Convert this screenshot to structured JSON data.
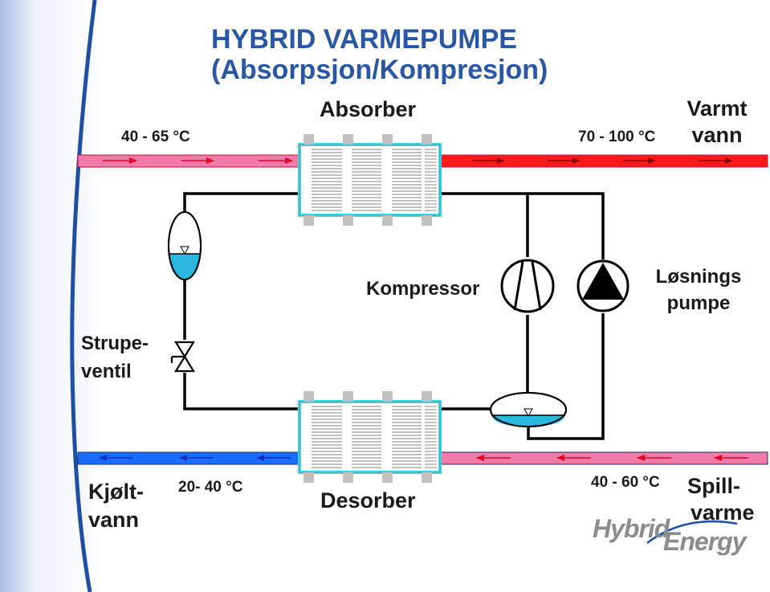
{
  "title": {
    "line1": "HYBRID VARMEPUMPE",
    "line2": "(Absorpsjon/Kompresjon)"
  },
  "labels": {
    "absorber": "Absorber",
    "desorber": "Desorber",
    "kompressor": "Kompressor",
    "losnings_pumpe_1": "Løsnings",
    "losnings_pumpe_2": "pumpe",
    "strupeventil_1": "Strupe-",
    "strupeventil_2": "ventil",
    "varmt_vann_1": "Varmt",
    "varmt_vann_2": "vann",
    "kjoltvann_1": "Kjølt-",
    "kjoltvann_2": "vann",
    "spillvarme_1": "Spill-",
    "spillvarme_2": "varme"
  },
  "temperatures": {
    "absorber_in": "40 - 65 °C",
    "absorber_out": "70 - 100 °C",
    "desorber_out": "20- 40 °C",
    "desorber_in": "40 - 60 °C"
  },
  "logo": {
    "part1": "Hybrid",
    "part2": "Energy"
  },
  "colors": {
    "title": "#2a56a6",
    "hot_pipe": "#ff1a1a",
    "warm_pipe": "#f07aa8",
    "cold_pipe": "#1a6cff",
    "liquid": "#2ab8e0",
    "exchanger_border": "#35e0ee",
    "accent_bar": "#1f4fa3"
  }
}
